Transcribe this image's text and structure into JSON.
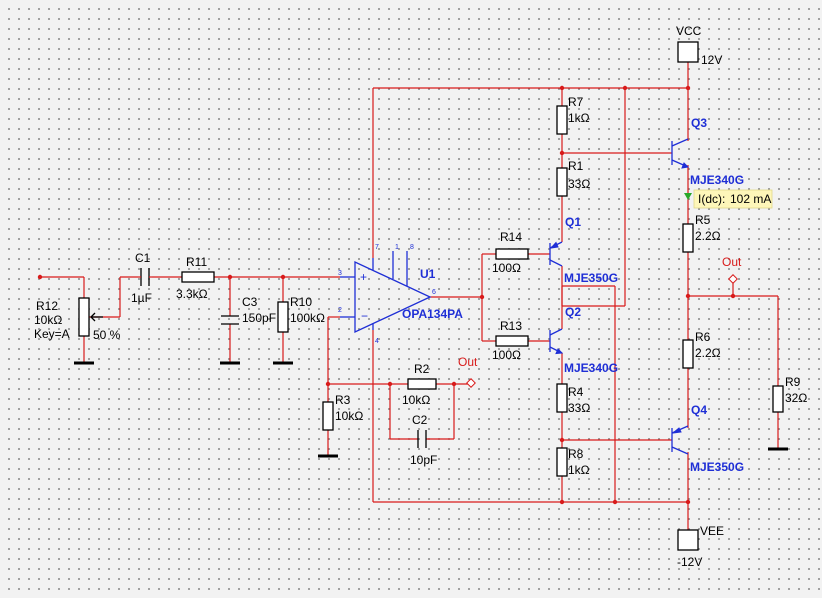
{
  "components": {
    "R12": {
      "ref": "R12",
      "value": "10kΩ",
      "key": "Key=A",
      "wiper": "50 %"
    },
    "C1": {
      "ref": "C1",
      "value": "1µF"
    },
    "R11": {
      "ref": "R11",
      "value": "3.3kΩ"
    },
    "C3": {
      "ref": "C3",
      "value": "150pF"
    },
    "R10": {
      "ref": "R10",
      "value": "100kΩ"
    },
    "U1": {
      "ref": "U1",
      "part": "OPA134PA",
      "pins": [
        "7",
        "1",
        "8",
        "3",
        "2",
        "6",
        "4"
      ]
    },
    "R3": {
      "ref": "R3",
      "value": "10kΩ"
    },
    "R2": {
      "ref": "R2",
      "value": "10kΩ"
    },
    "C2": {
      "ref": "C2",
      "value": "10pF"
    },
    "R14": {
      "ref": "R14",
      "value": "100Ω"
    },
    "R13": {
      "ref": "R13",
      "value": "100Ω"
    },
    "R7": {
      "ref": "R7",
      "value": "1kΩ"
    },
    "R1": {
      "ref": "R1",
      "value": "33Ω"
    },
    "Q1": {
      "ref": "Q1",
      "part": "MJE350G"
    },
    "Q2": {
      "ref": "Q2",
      "part": "MJE340G"
    },
    "R4": {
      "ref": "R4",
      "value": "33Ω"
    },
    "R8": {
      "ref": "R8",
      "value": "1kΩ"
    },
    "Q3": {
      "ref": "Q3",
      "part": "MJE340G"
    },
    "R5": {
      "ref": "R5",
      "value": "2.2Ω"
    },
    "R6": {
      "ref": "R6",
      "value": "2.2Ω"
    },
    "Q4": {
      "ref": "Q4",
      "part": "MJE350G"
    },
    "R9": {
      "ref": "R9",
      "value": "32Ω"
    }
  },
  "sources": {
    "vcc": {
      "name": "VCC",
      "value": "12V"
    },
    "vee": {
      "name": "VEE",
      "value": "-12V"
    }
  },
  "probes": {
    "out1": "Out",
    "out2": "Out",
    "current": {
      "label": "I(dc):",
      "value": "102 mA"
    }
  },
  "colors": {
    "wire": "#d81b1b",
    "component_label": "#1f2fd6",
    "probe_bg": "#fdf6b9"
  }
}
